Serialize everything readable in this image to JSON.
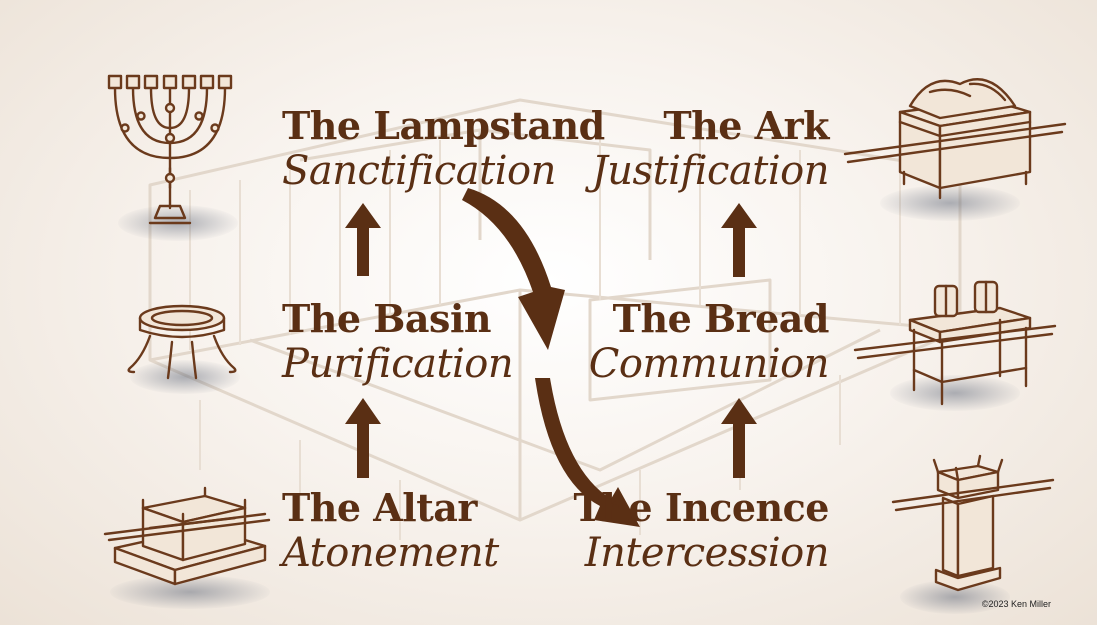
{
  "left_column": [
    {
      "title": "The Lampstand",
      "meaning": "Sanctification"
    },
    {
      "title": "The Basin",
      "meaning": "Purification"
    },
    {
      "title": "The Altar",
      "meaning": "Atonement"
    }
  ],
  "right_column": [
    {
      "title": "The Ark",
      "meaning": "Justification"
    },
    {
      "title": "The Bread",
      "meaning": "Communion"
    },
    {
      "title": "The Incence",
      "meaning": "Intercession"
    }
  ],
  "icons": [
    "lampstand-icon",
    "basin-icon",
    "altar-icon",
    "ark-icon",
    "table-of-bread-icon",
    "incense-altar-icon",
    "tabernacle-sketch"
  ],
  "colors": {
    "text": "#5a2f14",
    "ink": "#6b3a1c",
    "arrow": "#5a2f14"
  },
  "copyright": "©2023 Ken Miller"
}
